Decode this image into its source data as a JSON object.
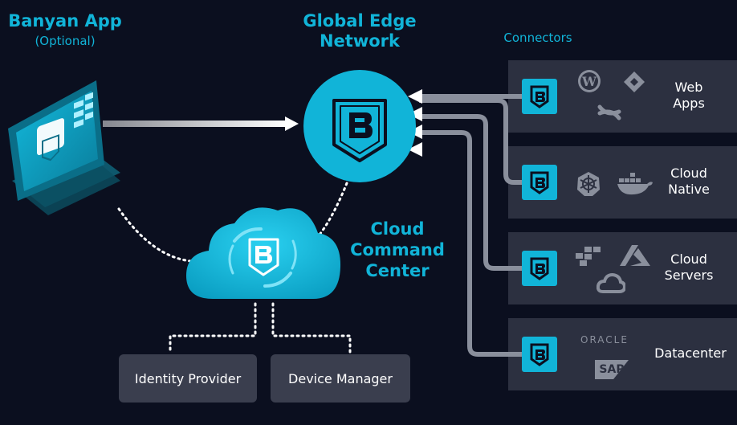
{
  "banyan_app": {
    "title": "Banyan App",
    "subtitle": "(Optional)"
  },
  "global_edge": {
    "line1": "Global Edge",
    "line2": "Network"
  },
  "connectors": {
    "title": "Connectors"
  },
  "cloud_command": {
    "line1": "Cloud",
    "line2": "Command",
    "line3": "Center"
  },
  "panels": [
    {
      "line1": "Web",
      "line2": "Apps",
      "logos": [
        "wordpress-icon",
        "jira-icon",
        "confluence-icon"
      ]
    },
    {
      "line1": "Cloud",
      "line2": "Native",
      "logos": [
        "kubernetes-icon",
        "docker-icon"
      ]
    },
    {
      "line1": "Cloud",
      "line2": "Servers",
      "logos": [
        "aws-icon",
        "azure-icon",
        "google-cloud-icon"
      ]
    },
    {
      "line1": "Datacenter",
      "line2": "",
      "logos": [
        "oracle-logo",
        "sap-logo"
      ]
    }
  ],
  "oracle_text": "ORACLE",
  "sap_text": "SAP",
  "bottom": {
    "identity_provider": "Identity Provider",
    "device_manager": "Device Manager"
  },
  "colors": {
    "accent": "#11b4d8",
    "background": "#0b0f1f",
    "panel": "#2c3040",
    "box": "#3a3e4e",
    "line": "#8a8f9c"
  }
}
